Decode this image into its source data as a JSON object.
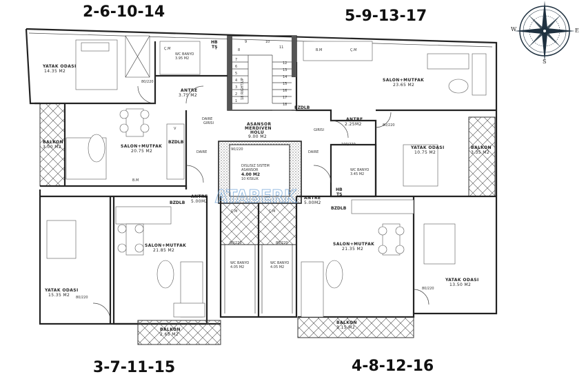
{
  "units": {
    "top_left": "2-6-10-14",
    "top_right": "5-9-13-17",
    "bottom_left": "3-7-11-15",
    "bottom_right": "4-8-12-16"
  },
  "rooms": {
    "tl_bedroom": {
      "name": "YATAK ODASI",
      "area": "14.35 M2"
    },
    "tl_hall": {
      "name": "ANTRE",
      "area": "3.75 M2"
    },
    "tl_living": {
      "name": "SALON+MUTFAK",
      "area": "20.75 M2"
    },
    "tl_balcony": {
      "name": "BALKON",
      "area": "3.00 M2"
    },
    "tl_bath": {
      "name": "WC BANYO",
      "area": "3.95 M2"
    },
    "stair_hall": {
      "line1": "ASANSOR",
      "line2": "MERDIVEN",
      "line3": "HOLU",
      "area": "9.00 M2"
    },
    "elevator": {
      "line1": "DISLISIZ SISTEM",
      "line2": "ASANSOR",
      "area": "4.00 M2",
      "capacity": "10 KISILIK"
    },
    "tr_living": {
      "name": "SALON+MUTFAK",
      "area": "23.65 M2"
    },
    "tr_hall": {
      "name": "ANTRE",
      "area": "2.25M2"
    },
    "tr_bedroom": {
      "name": "YATAK ODASI",
      "area": "10.75 M2"
    },
    "tr_balcony": {
      "name": "BALKON",
      "area": "3.35 M2"
    },
    "tr_bath": {
      "name": "WC BANYO",
      "area": "3.45 M2"
    },
    "bl_hall": {
      "name": "ANTRE",
      "area": "5.00M2"
    },
    "bl_living": {
      "name": "SALON+MUTFAK",
      "area": "21.85 M2"
    },
    "bl_bedroom": {
      "name": "YATAK ODASI",
      "area": "15.35 M2"
    },
    "bl_balcony": {
      "name": "BALKON",
      "area": "2.65 M2"
    },
    "bl_bath": {
      "name": "WC BANYO",
      "area": "4.05 M2"
    },
    "br_hall": {
      "name": "ANTRE",
      "area": "5.00M2"
    },
    "br_living": {
      "name": "SALON+MUTFAK",
      "area": "21.35 M2"
    },
    "br_bedroom": {
      "name": "YATAK ODASI",
      "area": "13.50 M2"
    },
    "br_balcony": {
      "name": "BALKON",
      "area": "3.15 M2"
    },
    "br_bath": {
      "name": "WC BANYO",
      "area": "4.05 M2"
    }
  },
  "fixtures": {
    "washing_machine": "Ç.M",
    "dishwasher": "B.M",
    "pantry": "BZDLB",
    "shaft_line1": "HB",
    "shaft_line2": "TŞ",
    "fridge": "V",
    "entrance_line1": "DAIRE",
    "entrance_line2": "GIRISI"
  },
  "doors": {
    "d80": "80/220",
    "d90": "90/220",
    "d100": "100/220"
  },
  "stairs": {
    "steps": [
      "1",
      "2",
      "3",
      "4",
      "5",
      "6",
      "7",
      "8",
      "9",
      "10",
      "11",
      "12",
      "13",
      "14",
      "15",
      "16",
      "17",
      "18"
    ],
    "direction": "18 RIGHT/UP"
  },
  "watermark": "ATABERK",
  "compass": {
    "west": "W",
    "east": "E",
    "south": "S"
  }
}
